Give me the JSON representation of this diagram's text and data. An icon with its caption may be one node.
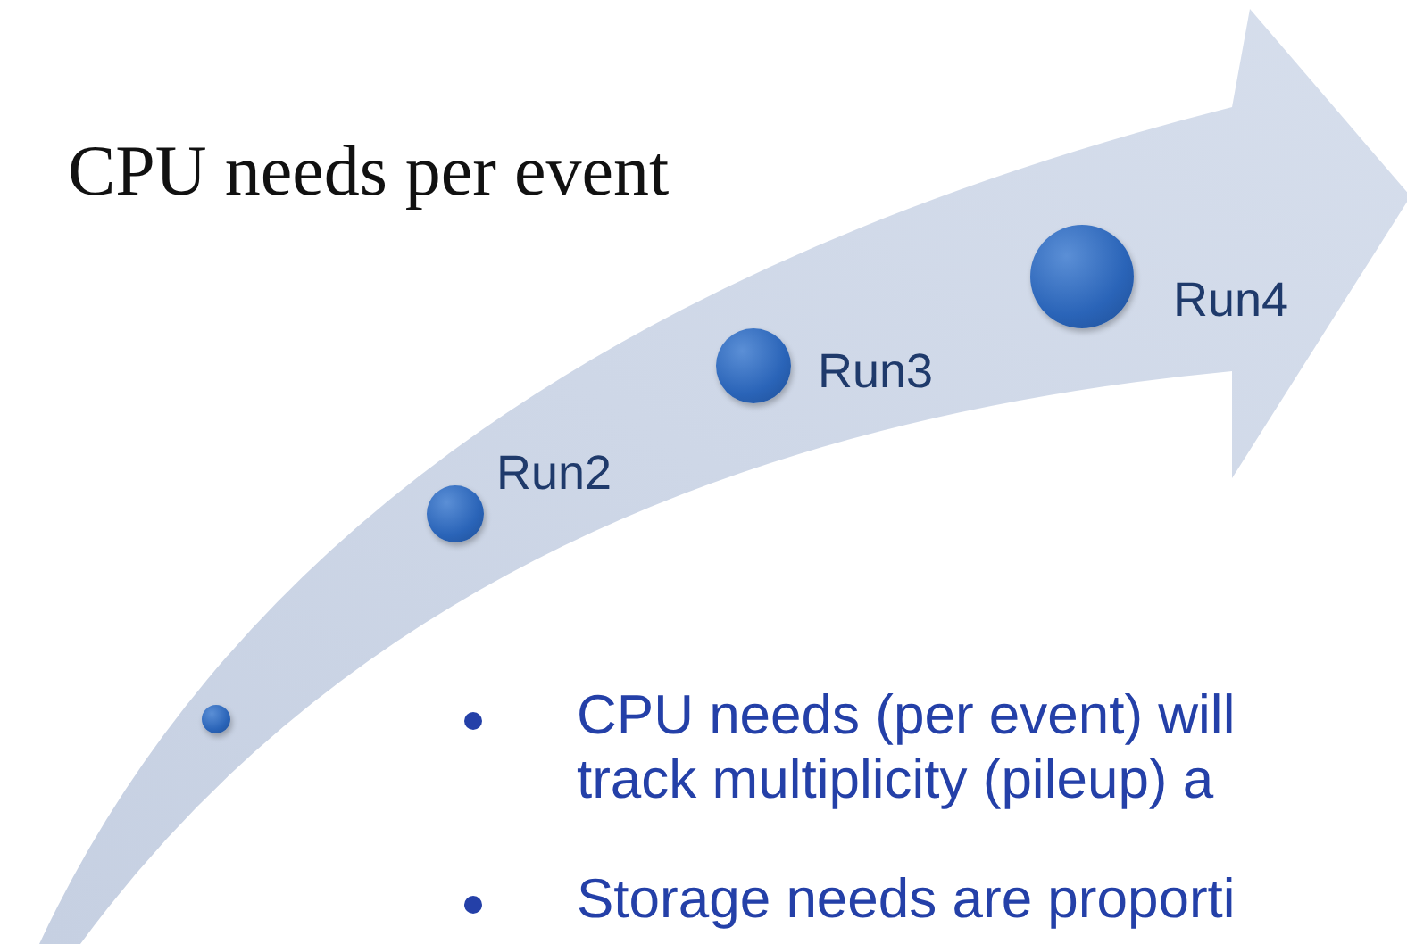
{
  "diagram": {
    "title": "CPU needs per event",
    "nodes": [
      {
        "text": [],
        "shape": "circle"
      },
      {
        "text": [],
        "shape": "circle",
        "beside": [
          "Run2"
        ]
      },
      {
        "text": [],
        "shape": "circle",
        "beside": [
          "Run3"
        ]
      },
      {
        "text": [],
        "shape": "circle",
        "beside": [
          "Run4"
        ]
      }
    ],
    "labels": [
      "CPU needs (per event) will track multiplicity (pileup) a",
      "Storage needs are proporti"
    ]
  }
}
